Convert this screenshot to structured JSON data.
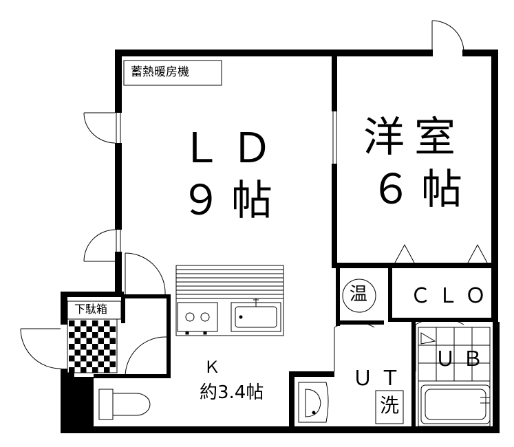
{
  "labels": {
    "storage_heater": "蓄熱暖房機",
    "ld_line1": "ＬＤ",
    "ld_line2": "９帖",
    "western_line1": "洋室",
    "western_line2": "６帖",
    "clo": "ＣＬＯ",
    "water_heater": "温",
    "shoe_box": "下駄箱",
    "kitchen_line1": "Ｋ",
    "kitchen_line2": "約3.4帖",
    "ut": "ＵＴ",
    "washer": "洗",
    "ub": "ＵＢ"
  }
}
